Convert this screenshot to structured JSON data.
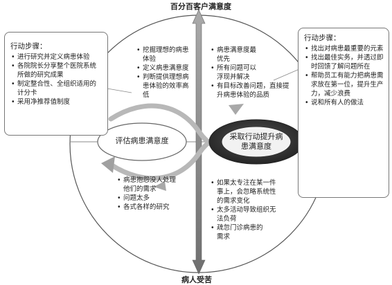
{
  "axis": {
    "top_label": "百分百客户满意度",
    "bottom_label": "病人受苦"
  },
  "left_box": {
    "title": "行动步骤：",
    "items": [
      "进行研究并定义病患体验",
      "各院院长分享整个医院系统所做的研究成果",
      "制定整合性、全组织适用的计分卡",
      "采用净推荐值制度"
    ]
  },
  "right_box": {
    "title": "行动步骤：",
    "items": [
      "找出对病患最重要的元素",
      "找出最佳实务，并透过即时回馈了解问题所在",
      "帮助员工有能力把病患需求放在第一位，提升生产力，减少浪费",
      "说和所有人的做法"
    ]
  },
  "quadrants": {
    "top_left": [
      "挖掘理想的病患体验",
      "定义病患满意度",
      "判断提供理想病患体验的效率高低"
    ],
    "top_right": [
      "病患满意度最优先",
      "所有问题可以浮现并解决",
      "有目标改善问题，直接提升病患体验的品质"
    ],
    "bottom_left": [
      "病患抱怨没人处理他们的需求",
      "问题太多",
      "各式各样的研究"
    ],
    "bottom_right": [
      "如果太专注在某一件事上，会忽略系统性的需求变化",
      "太多活动导致组织无法负荷",
      "疏忽门诊病患的需求"
    ]
  },
  "ovals": {
    "left": "评估病患满意度",
    "right": "采取行动提升病患满意度"
  },
  "colors": {
    "dark_oval": "#3a3a3a",
    "arrow_gray": "#9a9a9a",
    "axis_gray": "#8c8c8c"
  }
}
